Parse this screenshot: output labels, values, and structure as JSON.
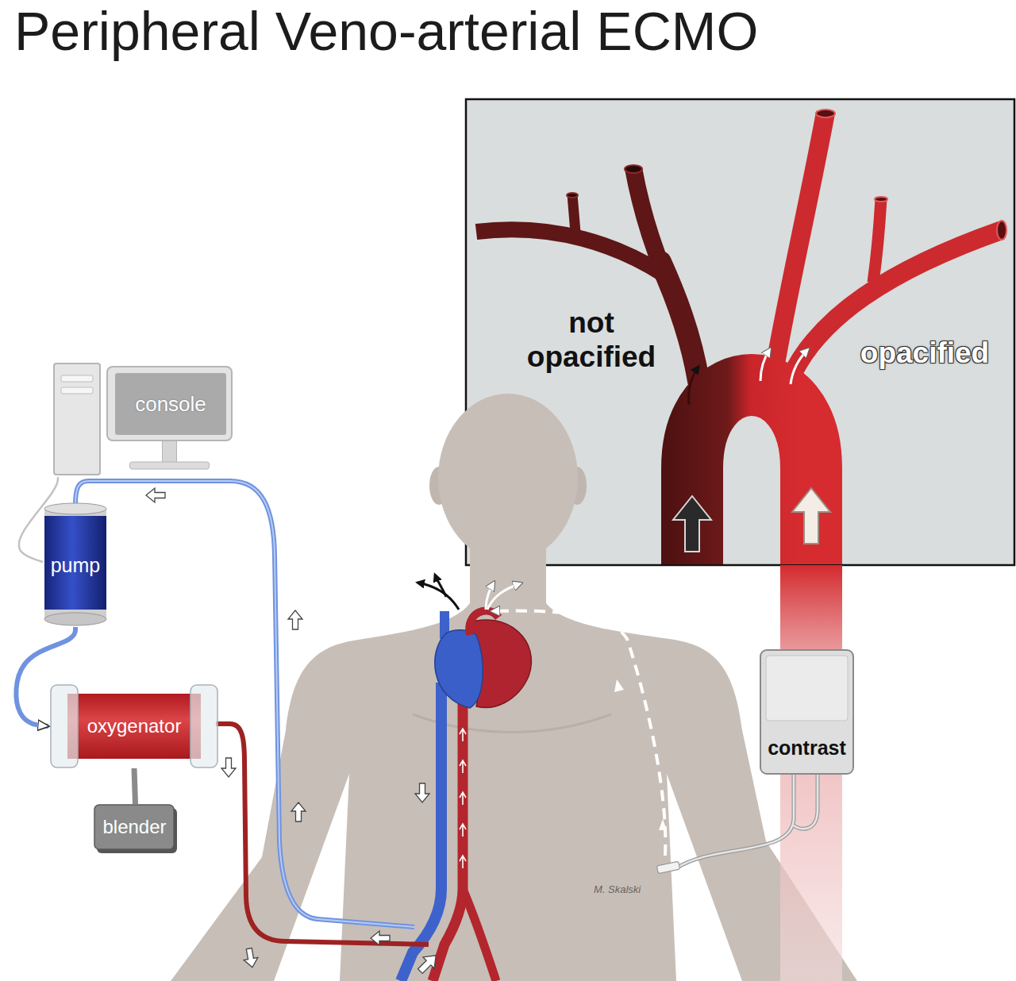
{
  "diagram": {
    "title": "Peripheral Veno-arterial ECMO",
    "nodes": [
      {
        "text": [
          "console"
        ]
      },
      {
        "text": [
          "pump"
        ]
      },
      {
        "text": [
          "oxygenator"
        ]
      },
      {
        "text": [
          "contrast"
        ]
      },
      {
        "text": [
          "blender"
        ]
      }
    ],
    "edges": [
      {
        "from": 0,
        "to": 1,
        "arrow": "none"
      },
      {
        "from": 1,
        "to": 2,
        "arrow": "to"
      },
      {
        "from": 2,
        "to": 4,
        "arrow": "none"
      }
    ],
    "labels": [
      "not opacified",
      "opacified",
      "M. Skalski"
    ]
  }
}
